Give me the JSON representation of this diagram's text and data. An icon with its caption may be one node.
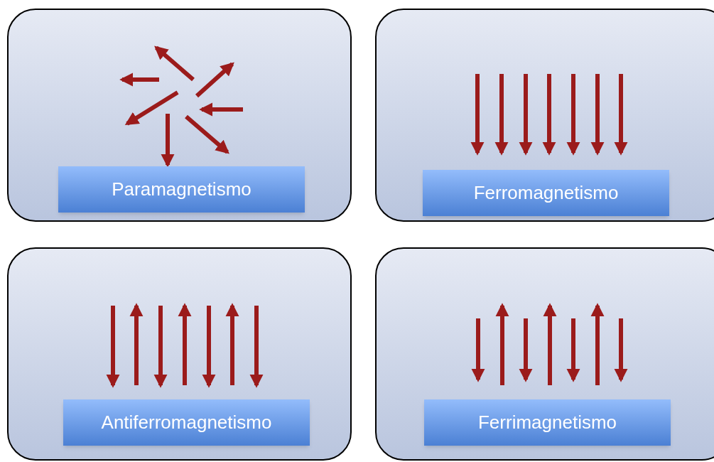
{
  "diagram": {
    "nodes": [
      {
        "text": [],
        "shape": "box"
      },
      {
        "text": [
          "Paramagnetismo"
        ],
        "in": 0
      },
      {
        "text": [],
        "shape": "box"
      },
      {
        "text": [
          "Ferromagnetismo"
        ],
        "in": 2
      },
      {
        "text": [],
        "shape": "box"
      },
      {
        "text": [
          "Antiferromagnetismo"
        ],
        "in": 4
      },
      {
        "text": [],
        "shape": "box"
      },
      {
        "text": [
          "Ferrimagnetismo"
        ],
        "in": 6
      }
    ]
  }
}
